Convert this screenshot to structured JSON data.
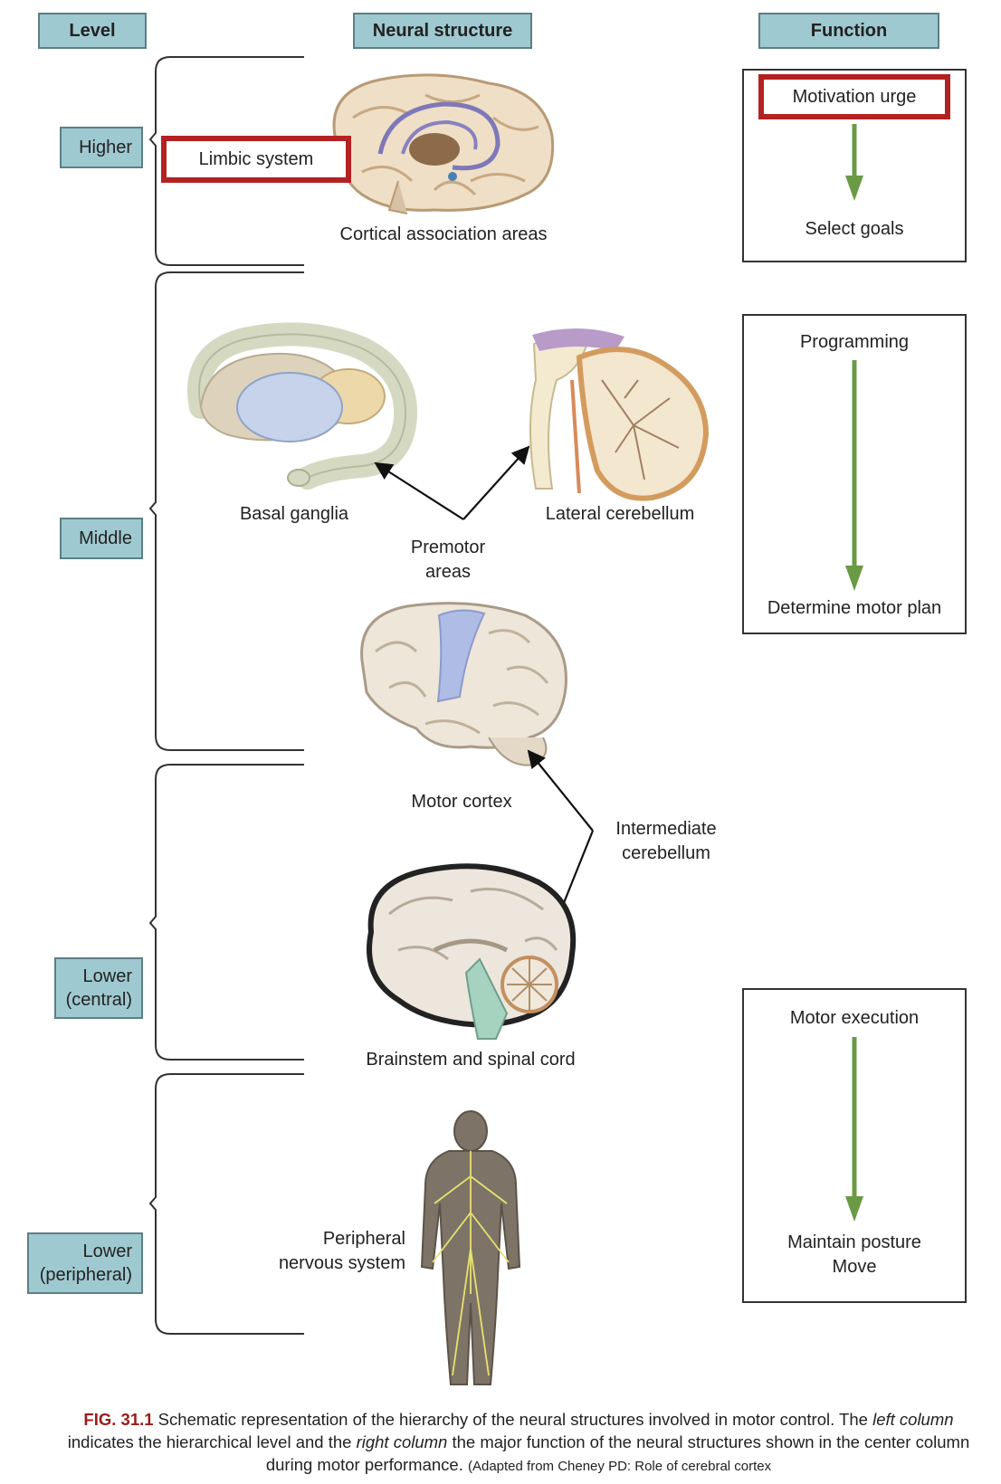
{
  "headers": {
    "level": "Level",
    "neural": "Neural structure",
    "function": "Function"
  },
  "levels": {
    "higher": "Higher",
    "middle": "Middle",
    "lower_central": "Lower\n(central)",
    "lower_peripheral": "Lower\n(peripheral)"
  },
  "structures": {
    "limbic": "Limbic system",
    "cortical": "Cortical association areas",
    "basal": "Basal ganglia",
    "lateral_cb": "Lateral cerebellum",
    "premotor": "Premotor\nareas",
    "motor_cortex": "Motor cortex",
    "intermediate_cb": "Intermediate\ncerebellum",
    "brainstem": "Brainstem and spinal cord",
    "peripheral": "Peripheral\nnervous system"
  },
  "functions": {
    "box1_top": "Motivation urge",
    "box1_bottom": "Select goals",
    "box2_top": "Programming",
    "box2_bottom": "Determine motor plan",
    "box3_top": "Motor execution",
    "box3_bottom": "Maintain posture\nMove"
  },
  "caption": {
    "fig": "FIG. 31.1",
    "p1": " Schematic representation of the hierarchy of the neural structures involved in motor control. The ",
    "i1": "left column",
    "p2": " indicates the hierarchical level and the ",
    "i2": "right column",
    "p3": " the major function of the neural structures shown in the center column during motor performance. ",
    "small": "(Adapted from Cheney PD: Role of cerebral cortex"
  },
  "colors": {
    "header_fill": "#9fc9d0",
    "highlight_red": "#b32222",
    "arrow_green": "#6a9a45",
    "caption_red": "#9b1c1c"
  }
}
